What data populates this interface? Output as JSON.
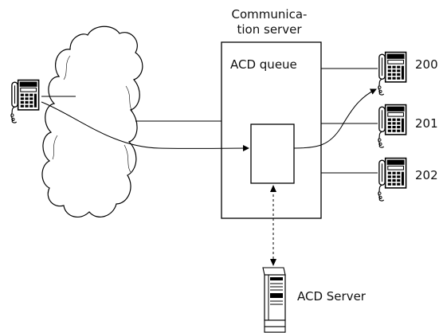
{
  "server": {
    "title_line1": "Communica-",
    "title_line2": "tion server",
    "queue_label": "ACD queue"
  },
  "extensions": [
    {
      "number": "200"
    },
    {
      "number": "201"
    },
    {
      "number": "202"
    }
  ],
  "acd_server": {
    "label": "ACD Server"
  },
  "icons": {
    "caller_phone": "desk-phone-icon",
    "network": "cloud-icon",
    "agent_phone": "desk-phone-icon",
    "acd_server": "server-tower-icon"
  }
}
